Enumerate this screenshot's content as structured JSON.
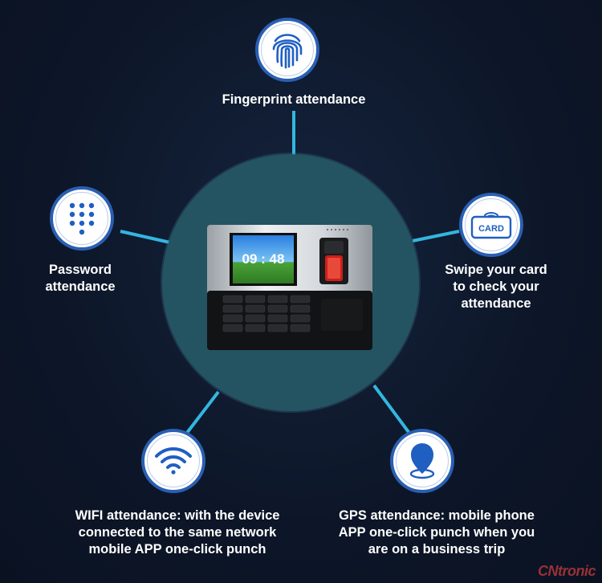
{
  "features": {
    "fingerprint": {
      "label": "Fingerprint attendance",
      "icon": "fingerprint-icon"
    },
    "password": {
      "label_lines": [
        "Password",
        "attendance"
      ],
      "icon": "keypad-icon"
    },
    "card": {
      "label_lines": [
        "Swipe your card",
        "to check your",
        "attendance"
      ],
      "icon": "card-icon",
      "card_text": "CARD"
    },
    "wifi": {
      "label_lines": [
        "WIFI attendance: with the device",
        "connected to the same network",
        "mobile APP one-click punch"
      ],
      "icon": "wifi-icon"
    },
    "gps": {
      "label_lines": [
        "GPS attendance: mobile phone",
        "APP one-click punch when you",
        "are on a business trip"
      ],
      "icon": "location-pin-icon"
    }
  },
  "device": {
    "screen_time": "09 : 48"
  },
  "watermark": "CNtronic",
  "colors": {
    "background": "#0d1628",
    "center_circle": "#245462",
    "connector": "#33b6df",
    "icon_border": "#2a5fb3",
    "icon_fill": "#1f5fc2"
  }
}
